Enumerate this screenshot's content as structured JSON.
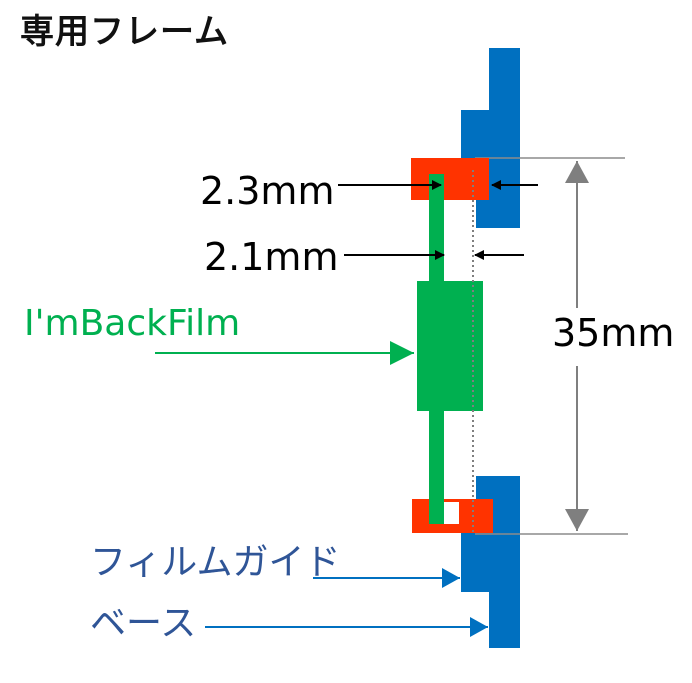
{
  "title": "専用フレーム",
  "labels": {
    "dim_top": "2.3mm",
    "dim_mid": "2.1mm",
    "dim_height": "35mm",
    "film": "I'mBackFilm",
    "film_guide": "フィルムガイド",
    "base": "ベース"
  },
  "colors": {
    "base": "#0070c0",
    "frame": "#ff3300",
    "film": "#00b050",
    "label_blue": "#2f5597",
    "dimension": "#000000",
    "extension": "#8c8c8c"
  }
}
